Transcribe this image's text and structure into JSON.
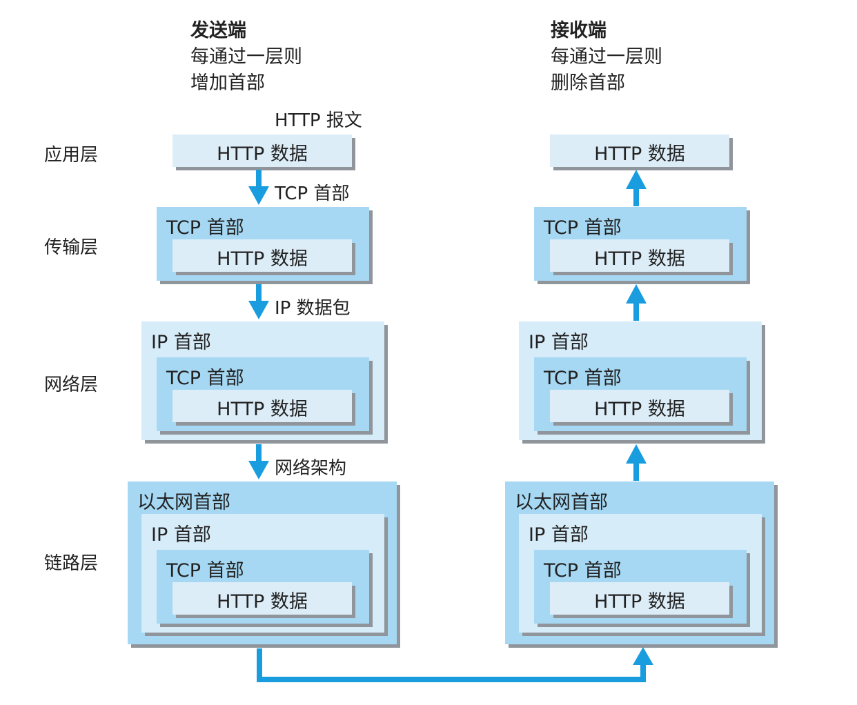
{
  "sender": {
    "title": "发送端",
    "line1": "每通过一层则",
    "line2": "增加首部"
  },
  "receiver": {
    "title": "接收端",
    "line1": "每通过一层则",
    "line2": "删除首部"
  },
  "layers": {
    "application": "应用层",
    "transport": "传输层",
    "network": "网络层",
    "link": "链路层"
  },
  "labels": {
    "http_message": "HTTP 报文",
    "http_data": "HTTP 数据",
    "tcp_header": "TCP 首部",
    "ip_header": "IP 首部",
    "ethernet_header": "以太网首部"
  },
  "arrows": {
    "tcp_header": "TCP 首部",
    "ip_packet": "IP 数据包",
    "network_frame": "网络架构"
  },
  "colors": {
    "arrow": "#1a9ddf",
    "header_box": "#a6d8f3",
    "data_box": "#dcedf8"
  }
}
